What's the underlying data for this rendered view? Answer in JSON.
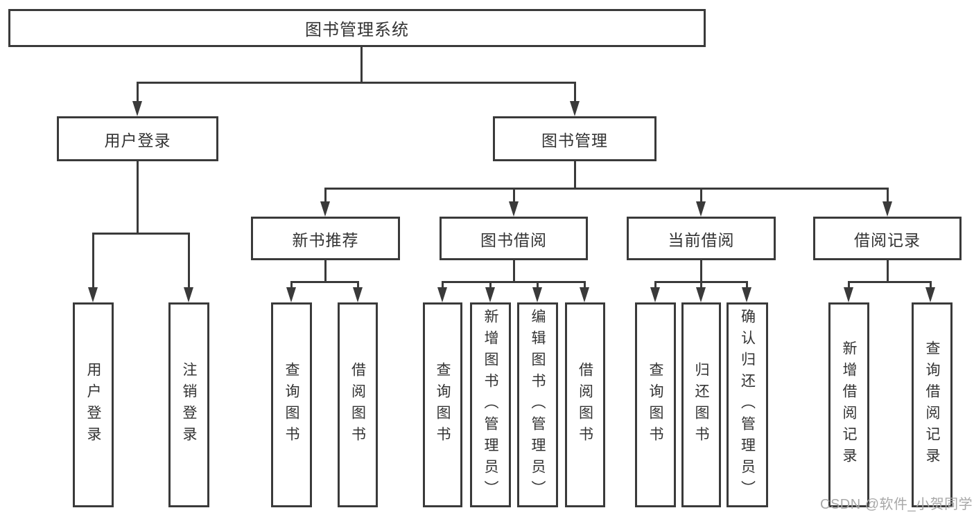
{
  "diagram": {
    "root": {
      "label": "图书管理系统"
    },
    "level2": [
      {
        "label": "用户登录"
      },
      {
        "label": "图书管理"
      }
    ],
    "level3": [
      {
        "label": "新书推荐",
        "parent": "图书管理"
      },
      {
        "label": "图书借阅",
        "parent": "图书管理"
      },
      {
        "label": "当前借阅",
        "parent": "图书管理"
      },
      {
        "label": "借阅记录",
        "parent": "图书管理"
      }
    ],
    "leaves": [
      {
        "label": "用户登录",
        "parent": "用户登录"
      },
      {
        "label": "注销登录",
        "parent": "用户登录"
      },
      {
        "label": "查询图书",
        "parent": "新书推荐"
      },
      {
        "label": "借阅图书",
        "parent": "新书推荐"
      },
      {
        "label": "查询图书",
        "parent": "图书借阅"
      },
      {
        "label": "新增图书（管理员）",
        "parent": "图书借阅"
      },
      {
        "label": "编辑图书（管理员）",
        "parent": "图书借阅"
      },
      {
        "label": "借阅图书",
        "parent": "图书借阅"
      },
      {
        "label": "查询图书",
        "parent": "当前借阅"
      },
      {
        "label": "归还图书",
        "parent": "当前借阅"
      },
      {
        "label": "确认归还（管理员）",
        "parent": "当前借阅"
      },
      {
        "label": "新增借阅记录",
        "parent": "借阅记录"
      },
      {
        "label": "查询借阅记录",
        "parent": "借阅记录"
      }
    ]
  },
  "watermark": "CSDN @软件_小贺同学",
  "colors": {
    "line": "#3a3a3a",
    "text": "#333333",
    "watermark": "#a8a8a8",
    "background": "#ffffff"
  }
}
